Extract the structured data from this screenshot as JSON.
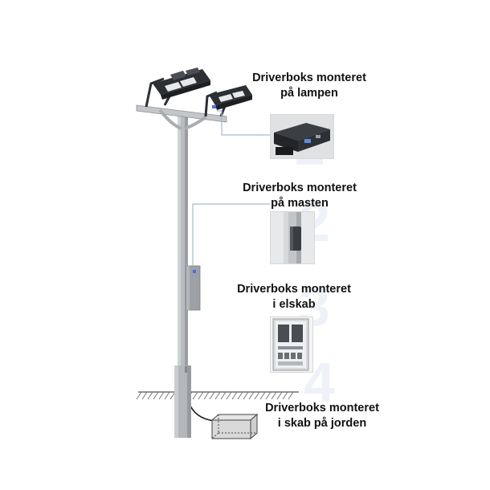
{
  "captions": {
    "lamp": {
      "line1": "Driverboks monteret",
      "line2": "på lampen"
    },
    "mast": {
      "line1": "Driverboks monteret",
      "line2": "på masten"
    },
    "cabinet": {
      "line1": "Driverboks monteret",
      "line2": "i elskab"
    },
    "ground": {
      "line1": "Driverboks monteret",
      "line2": "i skab på jorden"
    }
  },
  "watermark_steps": [
    "1",
    "2",
    "3",
    "4"
  ],
  "colors": {
    "pole": "#b8bcc0",
    "pole_shade": "#9a9ea3",
    "fixture": "#2c2f33",
    "leader_line": "#a9b7cf",
    "indicator": "#4a6cf0",
    "watermark": "#e9eef6"
  }
}
